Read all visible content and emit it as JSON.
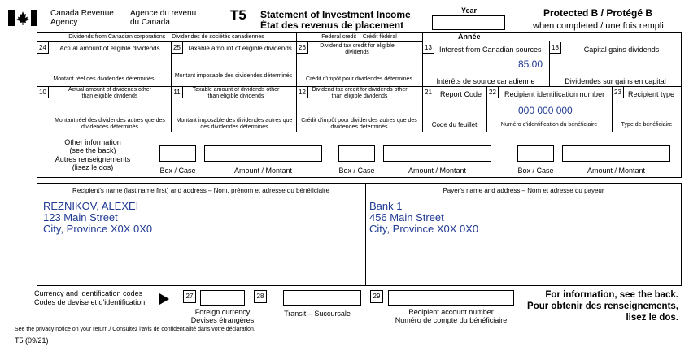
{
  "header": {
    "dept_en_1": "Canada Revenue",
    "dept_en_2": "Agency",
    "dept_fr_1": "Agence du revenu",
    "dept_fr_2": "du Canada",
    "form_code": "T5",
    "title_en": "Statement of Investment Income",
    "title_fr": "État des revenus de placement",
    "year_label_en": "Year",
    "year_label_fr": "Année",
    "year_value": "",
    "protected": "Protected B / Protégé B",
    "protected_note": "when completed / une fois rempli"
  },
  "sections": {
    "dividends_header": "Dividends from Canadian corporations – Dividendes de sociétés canadiennes",
    "federal_credit_header": "Federal credit – Crédit fédéral"
  },
  "boxes": {
    "b24": {
      "num": "24",
      "en": "Actual amount of eligible dividends",
      "fr": "Montant réel des dividendes déterminés",
      "value": ""
    },
    "b25": {
      "num": "25",
      "en": "Taxable amount of eligible dividends",
      "fr": "Montant imposable des dividendes déterminés",
      "value": ""
    },
    "b26": {
      "num": "26",
      "en": "Dividend tax credit for eligible dividends",
      "fr": "Crédit d'impôt pour dividendes déterminés",
      "value": ""
    },
    "b13": {
      "num": "13",
      "en": "Interest from Canadian sources",
      "fr": "Intérêts de source canadienne",
      "value": "85.00"
    },
    "b18": {
      "num": "18",
      "en": "Capital gains dividends",
      "fr": "Dividendes sur gains en capital",
      "value": ""
    },
    "b10": {
      "num": "10",
      "en": "Actual amount of dividends other than eligible dividends",
      "fr": "Montant réel des dividendes autres que des dividendes déterminés",
      "value": ""
    },
    "b11": {
      "num": "11",
      "en": "Taxable amount of dividends other than eligible dividends",
      "fr": "Montant imposable des dividendes autres que des dividendes déterminés",
      "value": ""
    },
    "b12": {
      "num": "12",
      "en": "Dividend tax credit for dividends other than eligible dividends",
      "fr": "Crédit d'impôt pour dividendes autres que des dividendes déterminés",
      "value": ""
    },
    "b21": {
      "num": "21",
      "en": "Report Code",
      "fr": "Code du feuillet",
      "value": ""
    },
    "b22": {
      "num": "22",
      "en": "Recipient identification number",
      "fr": "Numéro d'identification du bénéficiaire",
      "value": "000 000 000"
    },
    "b23": {
      "num": "23",
      "en": "Recipient type",
      "fr": "Type de bénéficiaire",
      "value": ""
    }
  },
  "other_info": {
    "label_en_1": "Other information",
    "label_en_2": "(see the back)",
    "label_fr_1": "Autres renseignements",
    "label_fr_2": "(lisez le dos)",
    "box_label": "Box / Case",
    "amount_label": "Amount / Montant"
  },
  "recipient": {
    "label": "Recipient's name (last name first) and address – Nom, prénom et adresse du bénéficiaire",
    "line1": "REZNIKOV, ALEXEI",
    "line2": "123 Main Street",
    "line3": "City, Province X0X 0X0"
  },
  "payer": {
    "label": "Payer's name and address – Nom et adresse du payeur",
    "line1": "Bank 1",
    "line2": "456 Main Street",
    "line3": "City, Province X0X 0X0"
  },
  "footer": {
    "currency_en": "Currency and identification codes",
    "currency_fr": "Codes de devise et d'identification",
    "b27": "27",
    "b28": "28",
    "b29": "29",
    "b27_en": "Foreign currency",
    "b27_fr": "Devises étrangères",
    "b28_label": "Transit – Succursale",
    "b29_en": "Recipient account number",
    "b29_fr": "Numéro de compte du bénéficiaire",
    "info_1": "For information, see the back.",
    "info_2": "Pour obtenir des renseignements,",
    "info_3": "lisez le dos.",
    "privacy": "See the privacy notice on your return./ Consultez l'avis de confidentialité dans votre déclaration.",
    "form_version": "T5 (09/21)"
  }
}
